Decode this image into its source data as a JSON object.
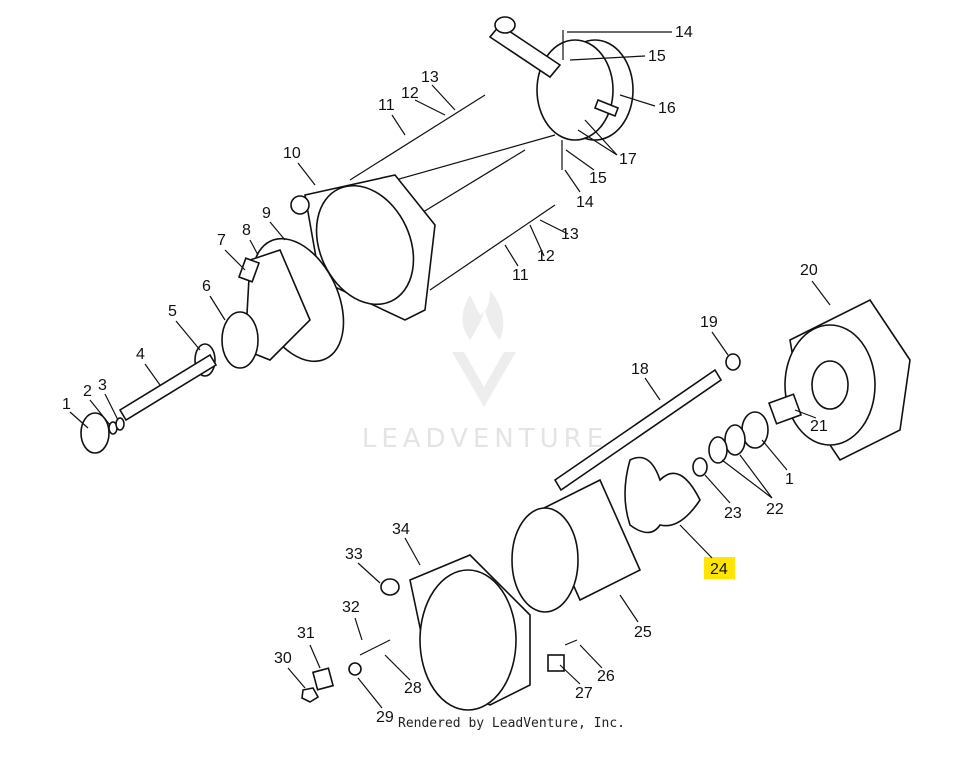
{
  "watermark": {
    "text": "LEADVENTURE",
    "icon": "flame-v-logo"
  },
  "footer": "Rendered by LeadVenture, Inc.",
  "highlight_color": "#ffe600",
  "highlighted_label": "24",
  "labels": [
    "14",
    "15",
    "16",
    "17",
    "15",
    "14",
    "13",
    "12",
    "11",
    "10",
    "9",
    "8",
    "7",
    "6",
    "5",
    "4",
    "3",
    "2",
    "1",
    "13",
    "12",
    "11",
    "20",
    "19",
    "18",
    "21",
    "1",
    "22",
    "23",
    "24",
    "25",
    "34",
    "33",
    "32",
    "31",
    "30",
    "28",
    "29",
    "27",
    "26"
  ]
}
